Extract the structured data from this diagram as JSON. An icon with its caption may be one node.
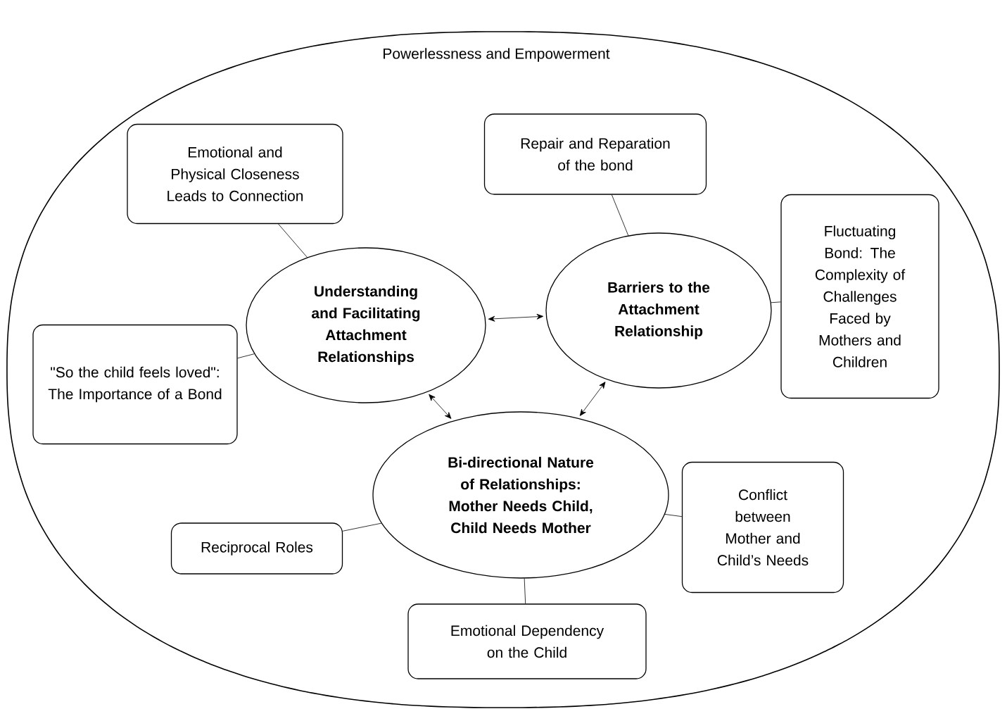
{
  "diagram": {
    "nodes": [
      {
        "text": [
          "Powerlessness and Empowerment"
        ]
      },
      {
        "text": [
          "Emotional and Physical Closeness Leads to Connection"
        ],
        "in": 0
      },
      {
        "text": [
          "Repair and Reparation of the bond"
        ],
        "in": 0
      },
      {
        "text": [
          "Understanding and Facilitating Attachment Relationships"
        ],
        "in": 0
      },
      {
        "text": [
          "Barriers to the Attachment Relationship"
        ],
        "in": 0
      },
      {
        "text": [
          "Fluctuating Bond: The Complexity of Challenges Faced by Mothers and Children"
        ],
        "in": 0
      },
      {
        "text": [
          "\"So the child feels loved\": The Importance of a Bond"
        ],
        "in": 0
      },
      {
        "text": [
          "Bi-directional Nature of Relationships: Mother Needs Child, Child Needs Mother"
        ],
        "in": 0
      },
      {
        "text": [
          "Reciprocal Roles"
        ],
        "in": 0
      },
      {
        "text": [
          "Conflict between Mother and Child’s Needs"
        ],
        "in": 0
      },
      {
        "text": [
          "Emotional Dependency on the Child"
        ],
        "in": 0
      }
    ],
    "edges": [
      {
        "from": 1,
        "to": 3,
        "arrow": "none"
      },
      {
        "from": 2,
        "to": 4,
        "arrow": "none"
      },
      {
        "from": 3,
        "to": 4,
        "arrow": "both"
      },
      {
        "from": 6,
        "to": 3,
        "arrow": "none"
      },
      {
        "from": 4,
        "to": 5,
        "arrow": "none"
      },
      {
        "from": 3,
        "to": 7,
        "arrow": "both"
      },
      {
        "from": 4,
        "to": 7,
        "arrow": "both"
      },
      {
        "from": 8,
        "to": 7,
        "arrow": "none"
      },
      {
        "from": 7,
        "to": 9,
        "arrow": "none"
      },
      {
        "from": 7,
        "to": 10,
        "arrow": "none"
      }
    ]
  }
}
